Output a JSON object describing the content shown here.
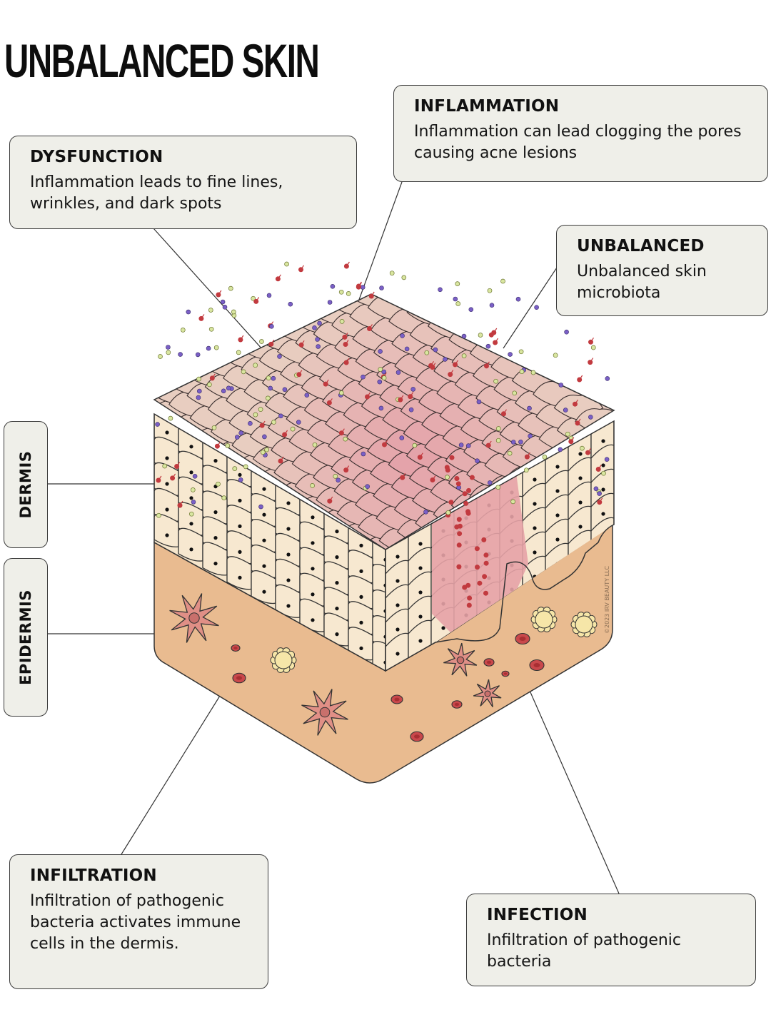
{
  "title": "UNBALANCED SKIN",
  "callouts": {
    "dysfunction": {
      "title": "DYSFUNCTION",
      "text": "Inflammation leads to fine lines, wrinkles, and dark spots"
    },
    "inflammation": {
      "title": "INFLAMMATION",
      "text": "Inflammation can lead clogging the pores causing acne lesions"
    },
    "unbalanced": {
      "title": "UNBALANCED",
      "text": "Unbalanced skin microbiota"
    },
    "infiltration": {
      "title": "INFILTRATION",
      "text": "Infiltration of pathogenic bacteria activates immune cells in the dermis."
    },
    "infection": {
      "title": "INFECTION",
      "text": "Infiltration of pathogenic bacteria"
    }
  },
  "layers": {
    "dermis": "DERMIS",
    "epidermis": "EPIDERMIS"
  },
  "copyright": "©2023 IRV BEAUTY LLC",
  "colors": {
    "callout_bg": "#efefe9",
    "dermis_tissue": "#e9bb90",
    "epidermis_cells": "#f6e6cc",
    "surface_scales": "#e8c7bd",
    "inflamed": "#e8a5a8",
    "bacteria_red": "#c23a3f",
    "microbe_purple": "#7a5fc6",
    "microbe_yellow": "#d9e6a0"
  }
}
